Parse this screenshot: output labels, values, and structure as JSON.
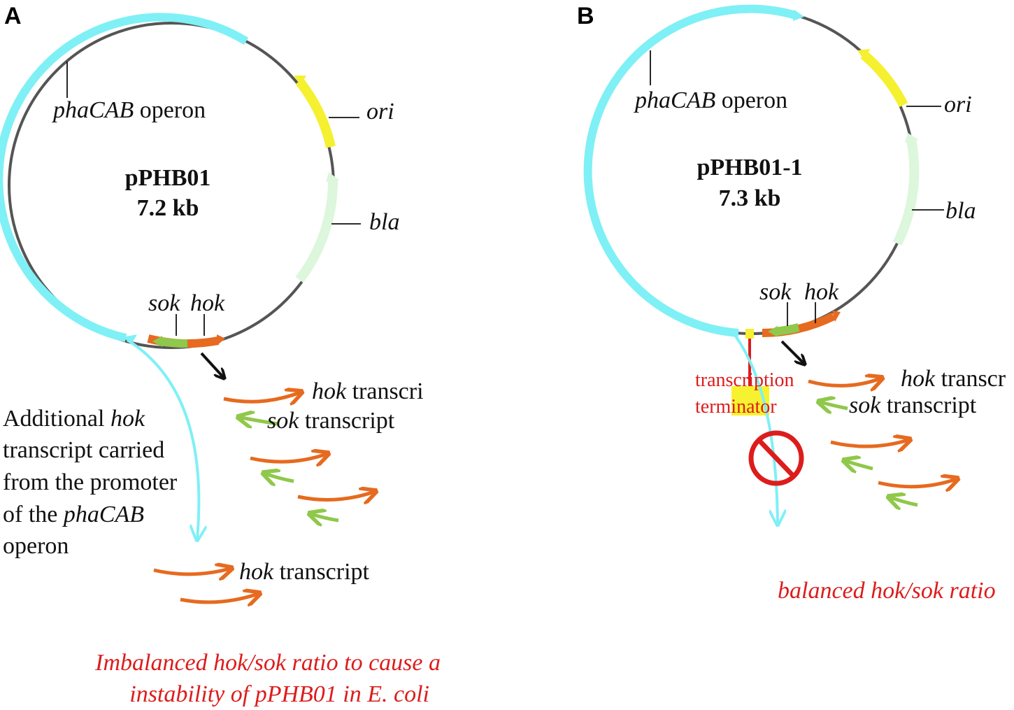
{
  "panel_a": {
    "letter": "A",
    "plasmid_name": "pPHB01",
    "plasmid_size": "7.2 kb",
    "operon_italic": "phaCAB",
    "operon_word": " operon",
    "ori": "ori",
    "bla": "bla",
    "sok": "sok",
    "hok": "hok",
    "hok_transcript_italic": "hok",
    "hok_transcript_word": " transcri",
    "sok_transcript_italic": "sok",
    "sok_transcript_word": " transcript",
    "additional": {
      "line1_a": "Additional ",
      "line1_b": "hok",
      "line2": "transcript carried",
      "line3": "from the promoter",
      "line4_a": "of the ",
      "line4_b": "phaCAB",
      "line5": "operon"
    },
    "extra_hok_italic": "hok",
    "extra_hok_word": " transcript",
    "conclusion_line1": "Imbalanced hok/sok ratio to cause a",
    "conclusion_line2": "instability of pPHB01 in E. coli"
  },
  "panel_b": {
    "letter": "B",
    "plasmid_name": "pPHB01-1",
    "plasmid_size": "7.3 kb",
    "operon_italic": "phaCAB",
    "operon_word": " operon",
    "ori": "ori",
    "bla": "bla",
    "sok": "sok",
    "hok": "hok",
    "terminator_line1": "transcription",
    "terminator_line2": "terminator",
    "hok_transcript_italic": "hok",
    "hok_transcript_word": " transcr",
    "sok_transcript_italic": "sok",
    "sok_transcript_word": " transcript",
    "conclusion": "balanced hok/sok ratio"
  },
  "colors": {
    "phacab": "#7ff0f5",
    "ori": "#f5f030",
    "bla": "#dcf7dc",
    "hok": "#e66a1f",
    "sok": "#8fc84a",
    "backbone": "#555555",
    "text_red": "#dd1c1c",
    "terminator_box": "#f7f230"
  }
}
